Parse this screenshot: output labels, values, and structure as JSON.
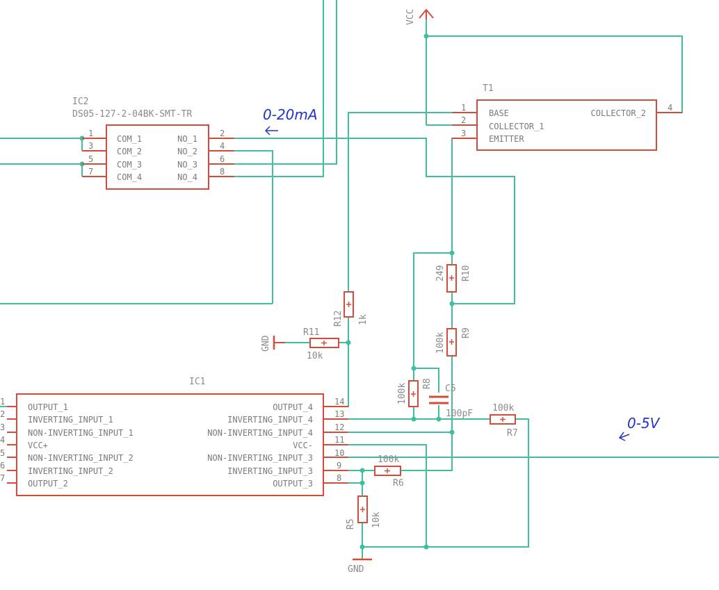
{
  "ic2": {
    "ref": "IC2",
    "value": "DS05-127-2-04BK-SMT-TR",
    "left_pins": [
      {
        "num": "1",
        "name": "COM_1"
      },
      {
        "num": "3",
        "name": "COM_2"
      },
      {
        "num": "5",
        "name": "COM_3"
      },
      {
        "num": "7",
        "name": "COM_4"
      }
    ],
    "right_pins": [
      {
        "num": "2",
        "name": "NO_1"
      },
      {
        "num": "4",
        "name": "NO_2"
      },
      {
        "num": "6",
        "name": "NO_3"
      },
      {
        "num": "8",
        "name": "NO_4"
      }
    ]
  },
  "t1": {
    "ref": "T1",
    "pins": [
      {
        "num": "1",
        "name": "BASE"
      },
      {
        "num": "2",
        "name": "COLLECTOR_1"
      },
      {
        "num": "3",
        "name": "EMITTER"
      },
      {
        "num": "4",
        "name": "COLLECTOR_2"
      }
    ]
  },
  "ic1": {
    "ref": "IC1",
    "left_pins": [
      {
        "num": "1",
        "name": "OUTPUT_1"
      },
      {
        "num": "2",
        "name": "INVERTING_INPUT_1"
      },
      {
        "num": "3",
        "name": "NON-INVERTING_INPUT_1"
      },
      {
        "num": "4",
        "name": "VCC+"
      },
      {
        "num": "5",
        "name": "NON-INVERTING_INPUT_2"
      },
      {
        "num": "6",
        "name": "INVERTING_INPUT_2"
      },
      {
        "num": "7",
        "name": "OUTPUT_2"
      }
    ],
    "right_pins": [
      {
        "num": "14",
        "name": "OUTPUT_4"
      },
      {
        "num": "13",
        "name": "INVERTING_INPUT_4"
      },
      {
        "num": "12",
        "name": "NON-INVERTING_INPUT_4"
      },
      {
        "num": "11",
        "name": "VCC-"
      },
      {
        "num": "10",
        "name": "NON-INVERTING_INPUT_3"
      },
      {
        "num": "9",
        "name": "INVERTING_INPUT_3"
      },
      {
        "num": "8",
        "name": "OUTPUT_3"
      }
    ]
  },
  "parts": {
    "r5": {
      "ref": "R5",
      "value": "10k"
    },
    "r6": {
      "ref": "R6",
      "value": "100k"
    },
    "r7": {
      "ref": "R7",
      "value": "100k"
    },
    "r8": {
      "ref": "R8",
      "value": "100k"
    },
    "r9": {
      "ref": "R9",
      "value": "100k"
    },
    "r10": {
      "ref": "R10",
      "value": "249"
    },
    "r11": {
      "ref": "R11",
      "value": "10k"
    },
    "r12": {
      "ref": "R12",
      "value": "1k"
    },
    "c5": {
      "ref": "C5",
      "value": "100pF"
    }
  },
  "power": {
    "vcc": "VCC",
    "gnd1": "GND",
    "gnd2": "GND"
  },
  "annotations": {
    "current": "0-20mA",
    "voltage": "0-5V"
  },
  "colors": {
    "wire": "#3fbfa0",
    "part": "#d64a3c",
    "text": "#8a8a8a",
    "annotation": "#2233cc"
  }
}
